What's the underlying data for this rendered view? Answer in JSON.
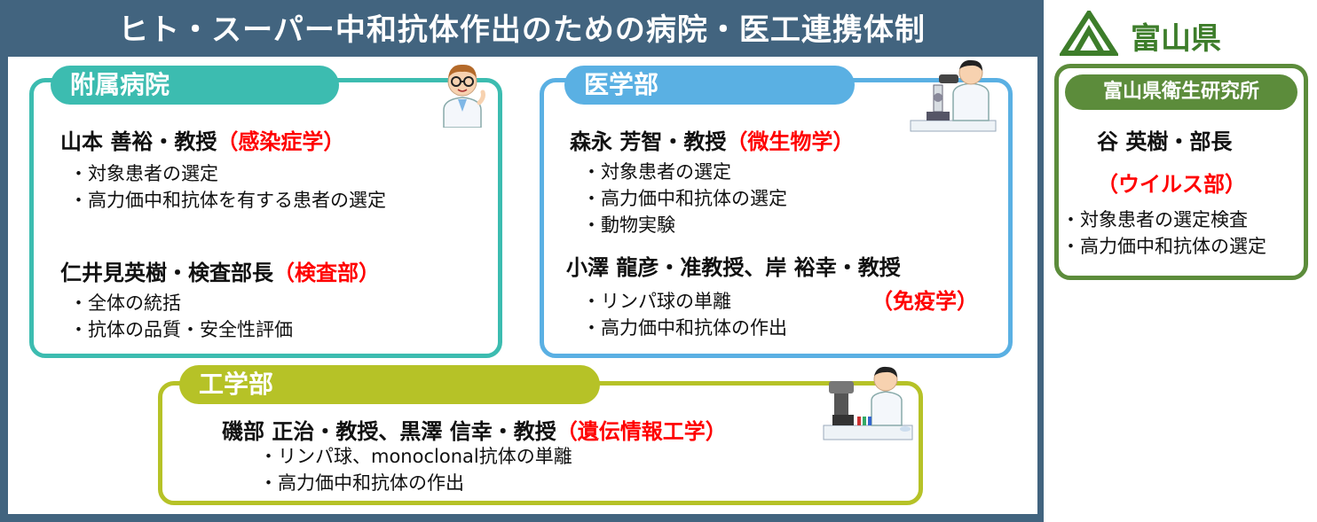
{
  "title": "ヒト・スーパー中和抗体作出のための病院・医工連携体制",
  "prefecture": {
    "name": "富山県",
    "logo_icon": "toyama-prefecture-logo-icon",
    "brand_color": "#3d7d2a"
  },
  "hospital": {
    "label": "附属病院",
    "color": "#3cbcb0",
    "person1": {
      "name": "山本 善裕・教授",
      "dept": "（感染症学）",
      "items": [
        "・対象患者の選定",
        "・高力価中和抗体を有する患者の選定"
      ]
    },
    "person2": {
      "name": "仁井見英樹・検査部長",
      "dept": "（検査部）",
      "items": [
        "・全体の統括",
        "・抗体の品質・安全性評価"
      ]
    }
  },
  "medical": {
    "label": "医学部",
    "color": "#5ab0e3",
    "person1": {
      "name": "森永 芳智・教授",
      "dept": "（微生物学）",
      "items": [
        "・対象患者の選定",
        "・高力価中和抗体の選定",
        "・動物実験"
      ]
    },
    "person2": {
      "name": "小澤 龍彦・准教授、岸 裕幸・教授",
      "dept": "（免疫学）",
      "items": [
        "・リンパ球の単離",
        "・高力価中和抗体の作出"
      ]
    }
  },
  "engineering": {
    "label": "工学部",
    "color": "#b6c227",
    "person": {
      "name": "磯部 正治・教授、黒澤 信幸・教授",
      "dept": "（遺伝情報工学）",
      "items": [
        "・リンパ球、monoclonal抗体の単離",
        "・高力価中和抗体の作出"
      ]
    }
  },
  "institute": {
    "label": "富山県衛生研究所",
    "color": "#5c8c3b",
    "person": "谷 英樹・部長",
    "dept": "（ウイルス部）",
    "items": [
      "・対象患者の選定検査",
      "・高力価中和抗体の選定"
    ]
  },
  "dept_color": "#ff0000"
}
